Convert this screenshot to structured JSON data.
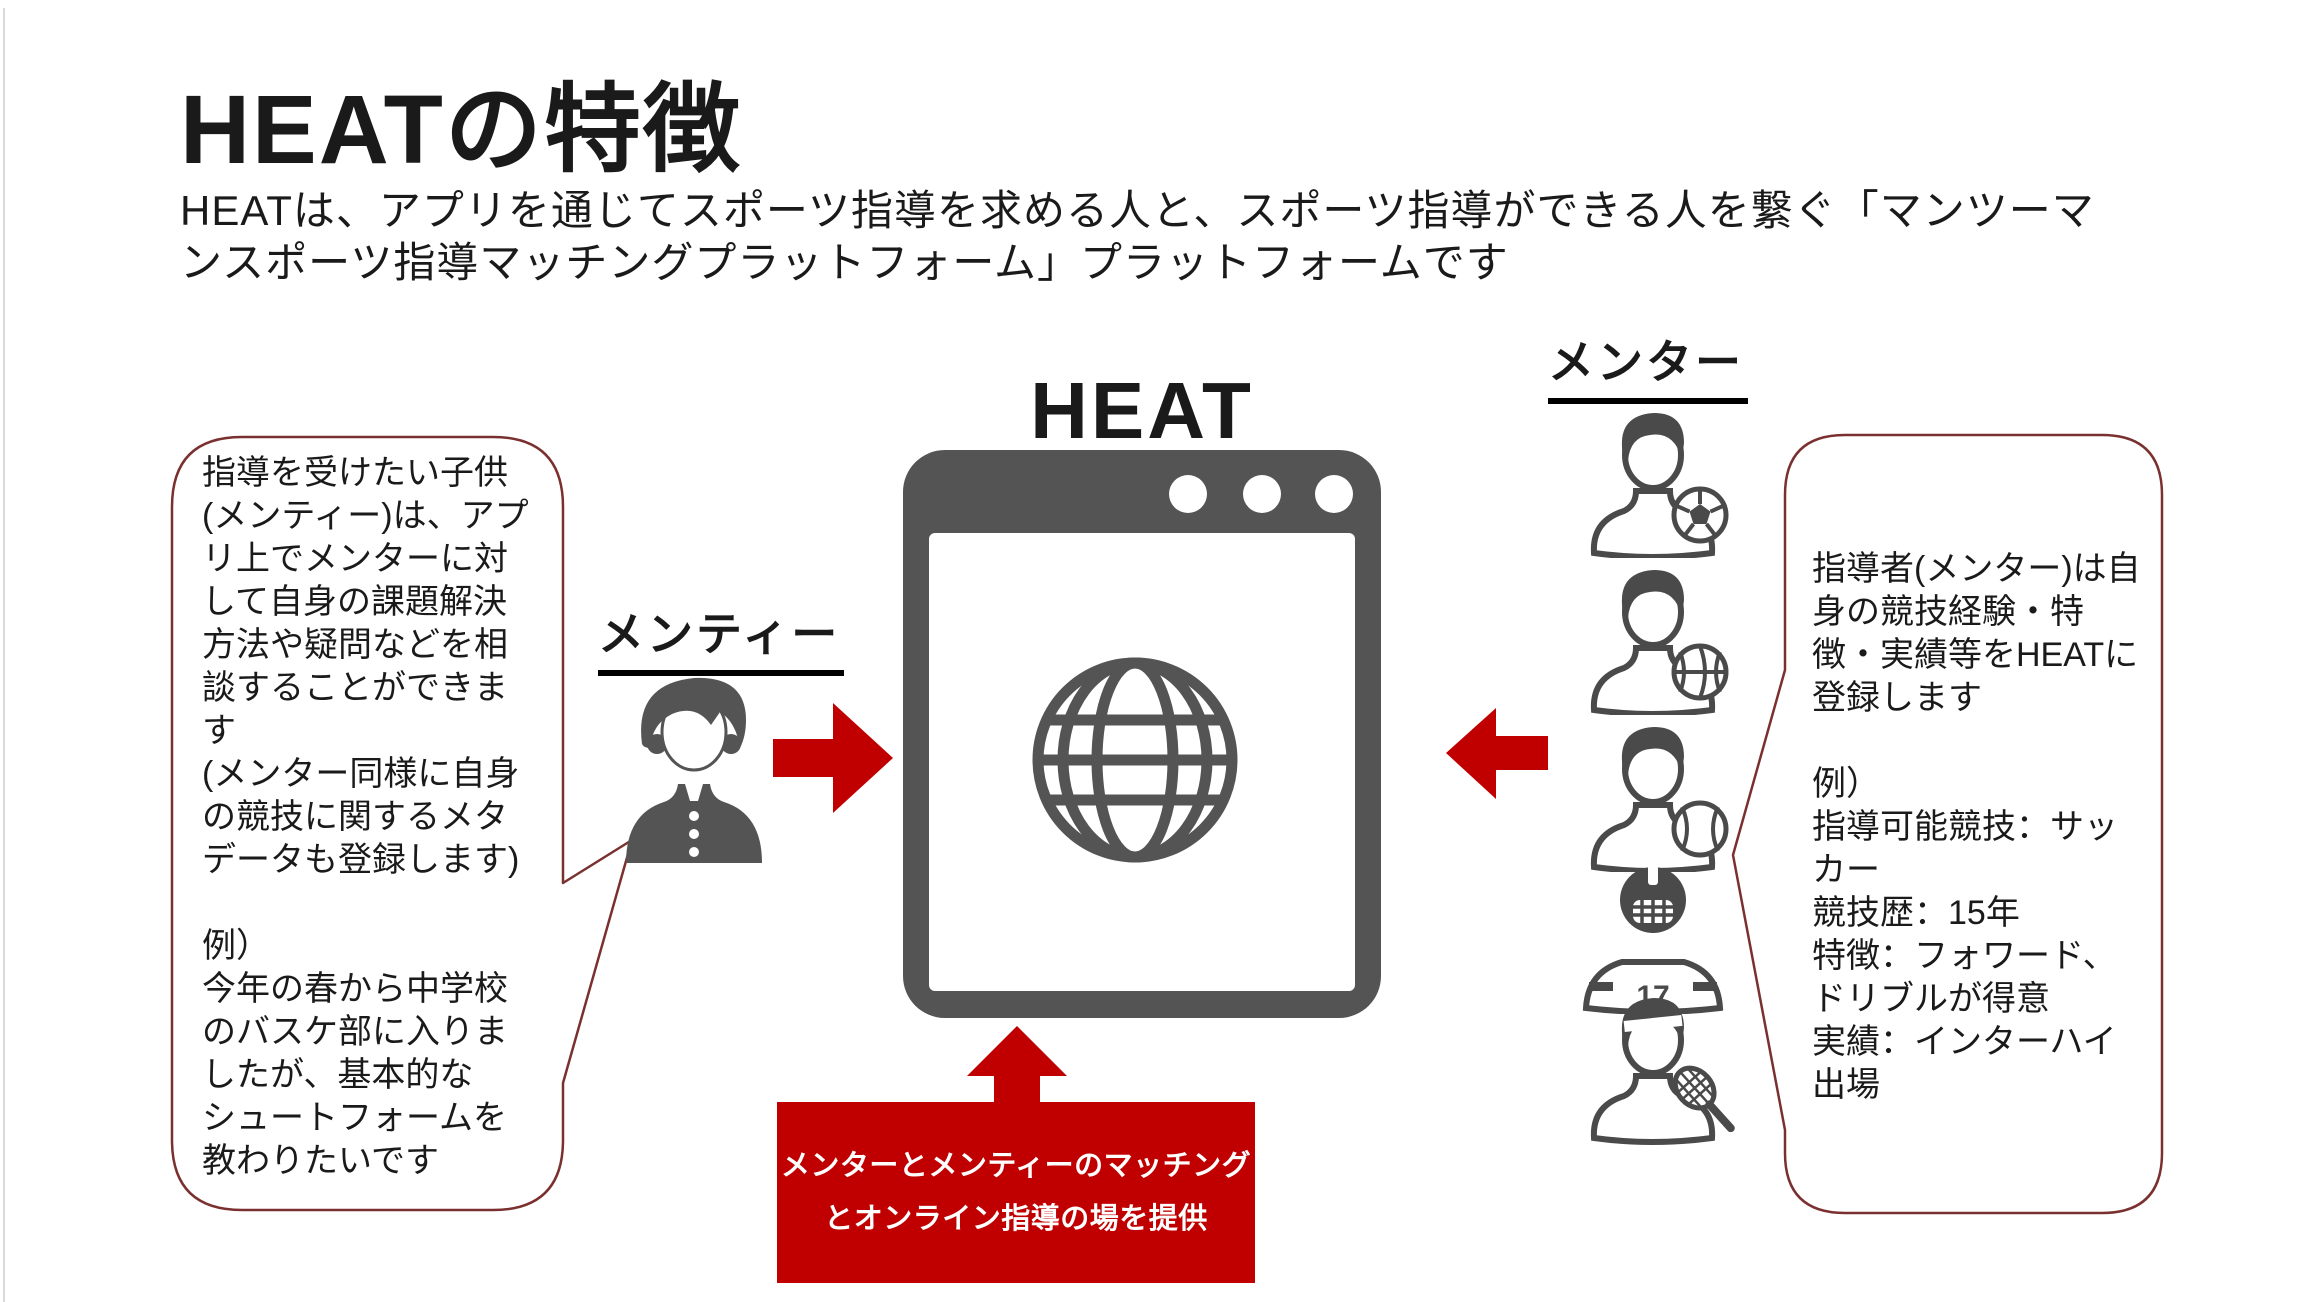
{
  "slide": {
    "title": "HEATの特徴",
    "subtitle": "HEATは、アプリを通じてスポーツ指導を求める人と、スポーツ指導ができる人を繋ぐ「マンツーマ\nンスポーツ指導マッチングプラットフォーム」プラットフォームです"
  },
  "center": {
    "heading": "HEAT",
    "icon": "browser-window-globe-icon"
  },
  "mentee": {
    "label": "メンティー",
    "avatar_icon": "student-avatar-icon",
    "bubble_text": "指導を受けたい子供\n(メンティー)は、アプ\nリ上でメンターに対\nして自身の課題解決\n方法や疑問などを相\n談することができま\nす\n(メンター同様に自身\nの競技に関するメタ\nデータも登録します)\n\n例）\n今年の春から中学校\nのバスケ部に入りま\nしたが、基本的な\nシュートフォームを\n教わりたいです"
  },
  "mentor": {
    "label": "メンター",
    "avatar_icons": [
      "soccer-player-avatar-icon",
      "basketball-player-avatar-icon",
      "baseball-player-avatar-icon",
      "american-football-player-avatar-icon",
      "tennis-player-avatar-icon"
    ],
    "bubble_text": "指導者(メンター)は自\n身の競技経験・特\n徴・実績等をHEATに\n登録します\n\n例）\n指導可能競技：サッ\nカー\n競技歴：15年\n特徴：フォワード、\nドリブルが得意\n実績：インターハイ\n出場"
  },
  "bottom_box": {
    "line1": "メンターとメンティーのマッチング",
    "line2": "とオンライン指導の場を提供"
  },
  "arrows": [
    "mentee-to-heat-arrow",
    "mentor-to-heat-arrow",
    "matching-to-heat-arrow"
  ],
  "colors": {
    "accent_red": "#C00000",
    "bubble_border": "#7B3030",
    "icon_dark_gray": "#545454",
    "avatar_outline_gray": "#4A4A4A",
    "text": "#1A1A1A"
  }
}
